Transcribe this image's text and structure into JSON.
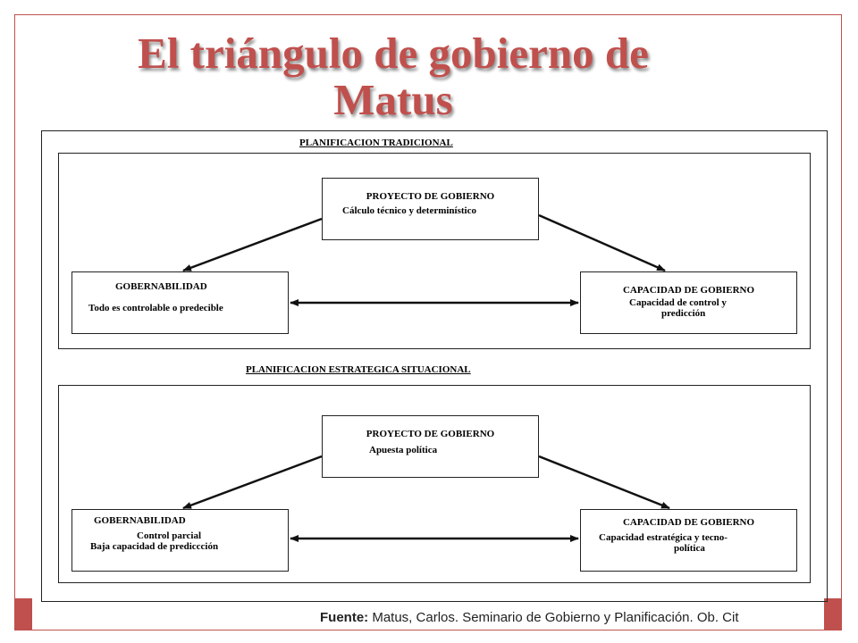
{
  "slide": {
    "title_line1": "El triángulo de gobierno de",
    "title_line2": "Matus",
    "accent_color": "#c0504d"
  },
  "diagram": {
    "sections": [
      {
        "heading": "PLANIFICACION TRADICIONAL",
        "project": {
          "title": "PROYECTO DE GOBIERNO",
          "desc": [
            "Cálculo técnico y determinístico"
          ]
        },
        "governability": {
          "title": "GOBERNABILIDAD",
          "desc": [
            "Todo es controlable o predecible"
          ]
        },
        "capacity": {
          "title": "CAPACIDAD DE GOBIERNO",
          "desc": [
            "Capacidad de control y",
            "predicción"
          ]
        }
      },
      {
        "heading": "PLANIFICACION ESTRATEGICA SITUACIONAL",
        "project": {
          "title": "PROYECTO DE GOBIERNO",
          "desc": [
            "Apuesta política"
          ]
        },
        "governability": {
          "title": "GOBERNABILIDAD",
          "desc": [
            "Control parcial",
            "Baja capacidad de prediccción"
          ]
        },
        "capacity": {
          "title": "CAPACIDAD DE GOBIERNO",
          "desc": [
            "Capacidad estratégica y tecno-",
            "política"
          ]
        }
      }
    ]
  },
  "source": {
    "label": "Fuente:",
    "text": " Matus, Carlos. Seminario de Gobierno y Planificación. Ob. Cit"
  }
}
